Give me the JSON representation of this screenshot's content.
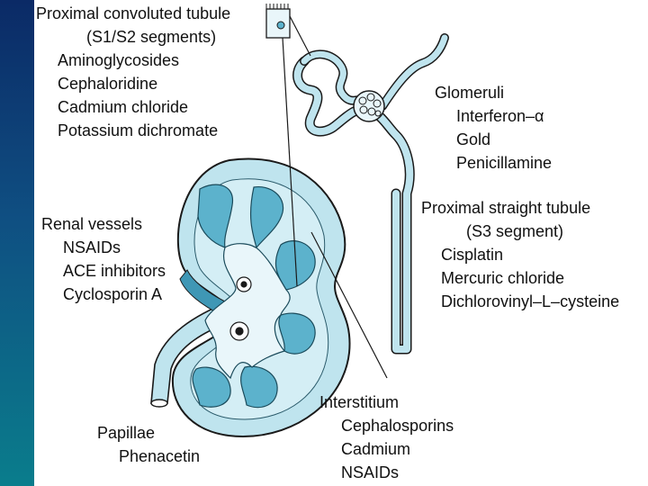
{
  "groups": {
    "proximal_convoluted": {
      "title": "Proximal convoluted tubule",
      "subtitle": "(S1/S2 segments)",
      "items": [
        "Aminoglycosides",
        "Cephaloridine",
        "Cadmium chloride",
        "Potassium dichromate"
      ]
    },
    "glomeruli": {
      "title": "Glomeruli",
      "items": [
        "Interferon–α",
        "Gold",
        "Penicillamine"
      ]
    },
    "proximal_straight": {
      "title": "Proximal straight tubule",
      "subtitle": "(S3 segment)",
      "items": [
        "Cisplatin",
        "Mercuric chloride",
        "Dichlorovinyl–L–cysteine"
      ]
    },
    "renal_vessels": {
      "title": "Renal vessels",
      "items": [
        "NSAIDs",
        "ACE inhibitors",
        "Cyclosporin A"
      ]
    },
    "papillae": {
      "title": "Papillae",
      "items": [
        "Phenacetin"
      ]
    },
    "interstitium": {
      "title": "Interstitium",
      "items": [
        "Cephalosporins",
        "Cadmium",
        "NSAIDs"
      ]
    }
  },
  "colors": {
    "kidney_fill": "#bfe4ee",
    "kidney_outline": "#1a1a1a",
    "pyramid_fill": "#5cb2cc",
    "pelvis_fill": "#e9f6fa",
    "sidebar_top": "#0b2a66",
    "sidebar_bottom": "#0a7d8c"
  }
}
